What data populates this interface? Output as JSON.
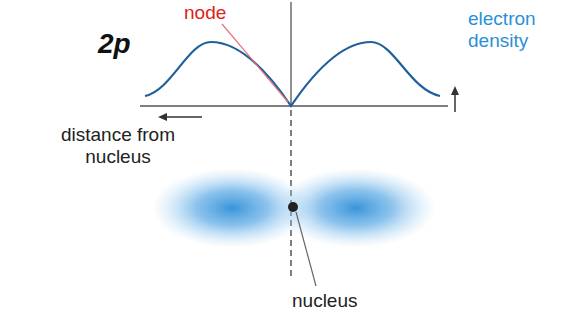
{
  "diagram": {
    "title": "2p",
    "labels": [
      "node",
      "electron density",
      "distance from nucleus",
      "nucleus"
    ]
  }
}
